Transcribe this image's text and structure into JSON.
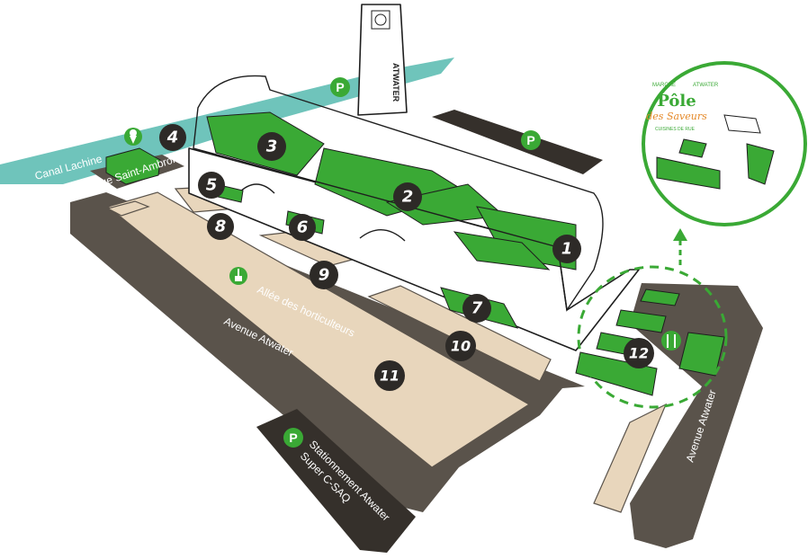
{
  "colors": {
    "accent_green": "#3aa935",
    "road": "#5a534b",
    "sand": "#e8d6bc",
    "water": "#6fc4bb",
    "badge": "#2d2a27"
  },
  "labels": {
    "canal": "Canal Lachine",
    "rue_saint_ambroise": "Rue Saint-Ambroise",
    "allee": "Allée des horticulteurs",
    "avenue_left": "Avenue Atwater",
    "avenue_right": "Avenue Atwater",
    "parking_line1": "Stationnement Atwater",
    "parking_line2": "Super C-SAQ",
    "tower": "ATWATER"
  },
  "inset": {
    "top_left": "MARCHÉ",
    "top_right": "ATWATER",
    "title": "Pôle",
    "subtitle": "des Saveurs",
    "tagline": "CUISINES DE RUE"
  },
  "zones": [
    "1",
    "2",
    "3",
    "4",
    "5",
    "6",
    "7",
    "8",
    "9",
    "10",
    "11",
    "12"
  ],
  "icons": {
    "parking": "P",
    "ice_cream": "ice-cream-icon",
    "plant": "plant-icon",
    "restaurant": "fork-knife-icon"
  }
}
